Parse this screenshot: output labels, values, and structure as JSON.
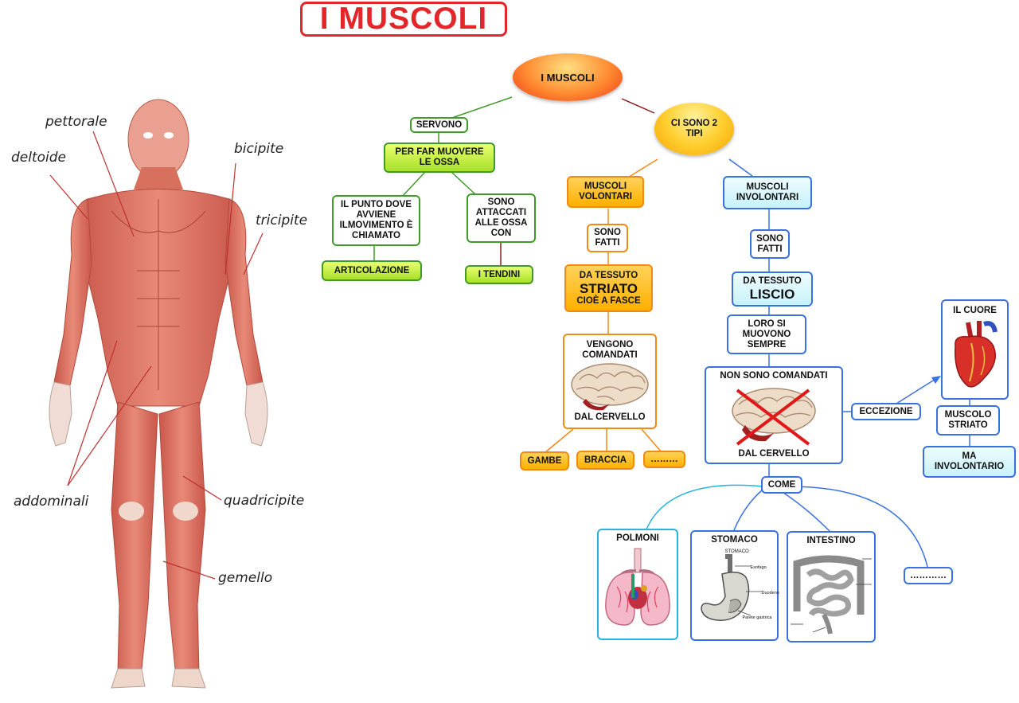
{
  "title": "I MUSCOLI",
  "body_labels": {
    "pettorale": "pettorale",
    "deltoide": "deltoide",
    "bicipite": "bicipite",
    "tricipite": "tricipite",
    "addominali": "addominali",
    "quadricipite": "quadricipite",
    "gemello": "gemello"
  },
  "map": {
    "root": "I MUSCOLI",
    "servono": "SERVONO",
    "far_muovere": "PER FAR MUOVERE LE OSSA",
    "punto": "IL PUNTO DOVE AVVIENE ILMOVIMENTO È CHIAMATO",
    "articolazione": "ARTICOLAZIONE",
    "attaccati": "SONO ATTACCATI ALLE OSSA CON",
    "tendini": "I TENDINI",
    "due_tipi": "CI SONO 2 TIPI",
    "volontari": "MUSCOLI VOLONTARI",
    "sono_fatti_v": "SONO FATTI",
    "tessuto_v_1": "DA TESSUTO",
    "tessuto_v_2": "STRIATO",
    "tessuto_v_3": "CIOÈ A FASCE",
    "comandati_1": "VENGONO COMANDATI",
    "comandati_2": "DAL CERVELLO",
    "gambe": "GAMBE",
    "braccia": "BRACCIA",
    "dots_v": "………",
    "involontari": "MUSCOLI INVOLONTARI",
    "sono_fatti_i": "SONO FATTI",
    "tessuto_i_1": "DA TESSUTO",
    "tessuto_i_2": "LISCIO",
    "si_muovono": "LORO SI MUOVONO SEMPRE",
    "non_comandati_1": "NON SONO COMANDATI",
    "non_comandati_2": "DAL CERVELLO",
    "eccezione": "ECCEZIONE",
    "cuore": "IL CUORE",
    "striato": "MUSCOLO STRIATO",
    "involontario": "MA INVOLONTARIO",
    "come": "COME",
    "polmoni": "POLMONI",
    "stomaco": "STOMACO",
    "stomaco_small": "STOMACO",
    "esofago": "Esofago",
    "duodeno": "Duodeno",
    "parete": "Parete gastrica",
    "intestino": "INTESTINO",
    "dots_i": "…………"
  }
}
